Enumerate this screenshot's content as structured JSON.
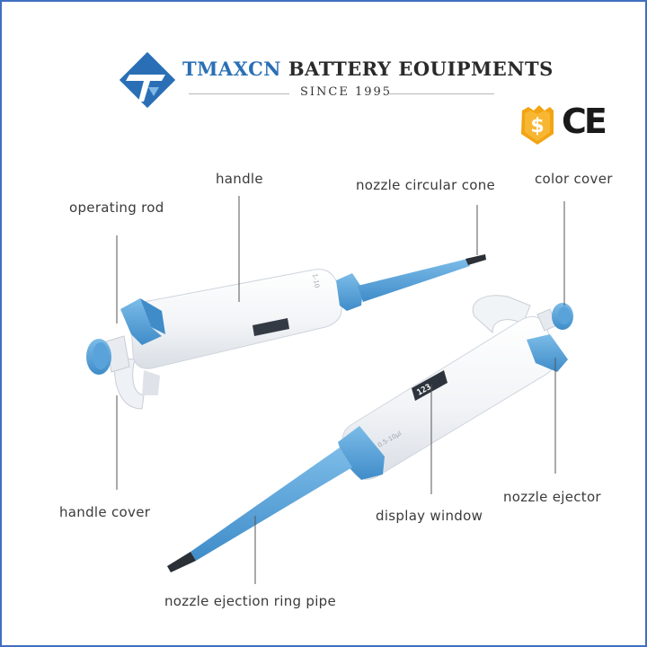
{
  "header": {
    "brand_prefix": "TMAXCN",
    "brand_suffix": "BATTERY EOUIPMENTS",
    "tagline": "SINCE 1995",
    "certification": "CE"
  },
  "callouts": {
    "handle": "handle",
    "operating_rod": "operating rod",
    "nozzle_circular_cone": "nozzle circular cone",
    "color_cover": "color cover",
    "handle_cover": "handle cover",
    "display_window": "display window",
    "nozzle_ejector": "nozzle ejector",
    "nozzle_ejection_ring_pipe": "nozzle ejection ring pipe"
  },
  "device_labels": {
    "volume_left": "1-10",
    "volume_right": "0.5-10μl",
    "display_digits": "123"
  },
  "colors": {
    "accent_blue": "#5aa3da",
    "body_white": "#f4f6f8",
    "brand_blue": "#2a6fb5",
    "frame_border": "#3f6fc0",
    "badge_gold": "#f2a412"
  },
  "icons": [
    "tmaxcn-logo-icon",
    "dollar-shield-badge-icon",
    "ce-mark-icon"
  ]
}
